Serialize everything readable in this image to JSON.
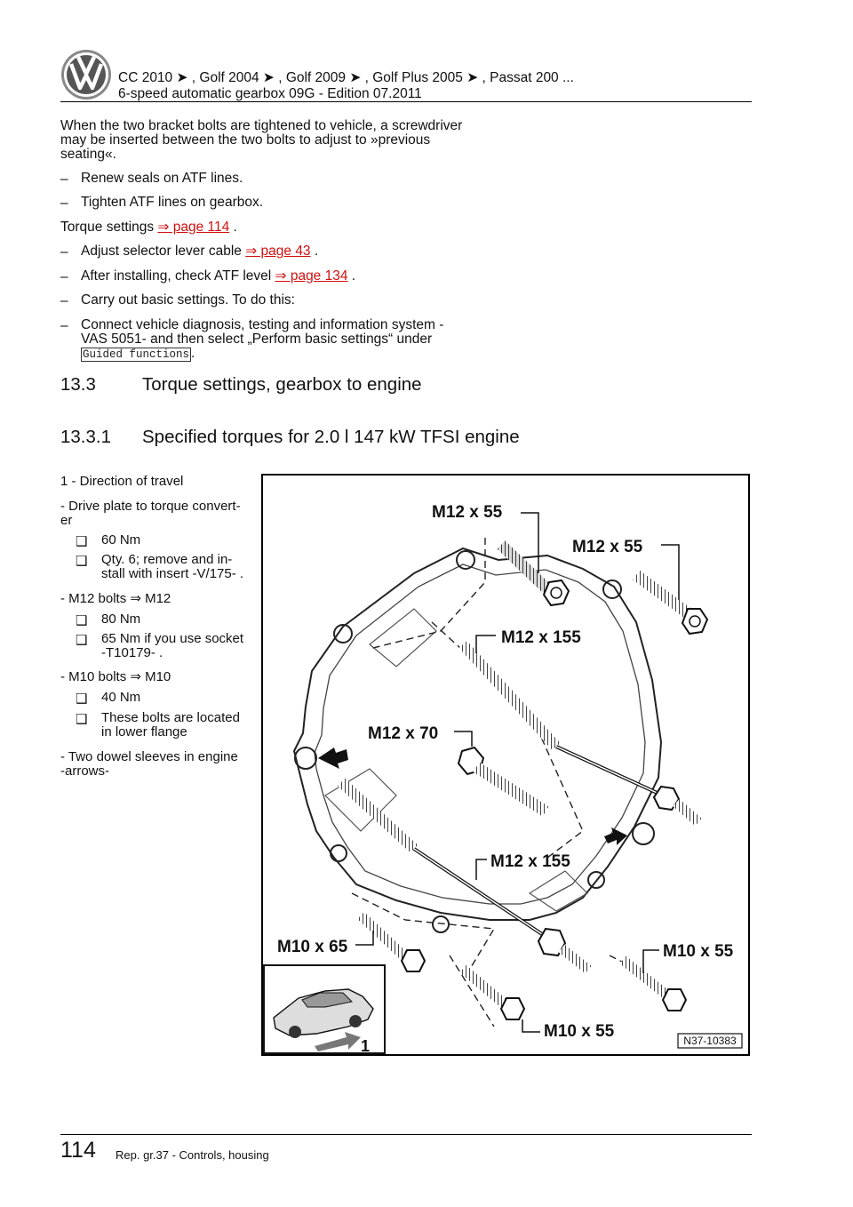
{
  "header": {
    "breadcrumb": "CC 2010 ➤ , Golf 2004 ➤ , Golf 2009 ➤ , Golf Plus 2005 ➤ , Passat 200 ...",
    "subtitle": "6-speed automatic gearbox 09G - Edition 07.2011"
  },
  "body": {
    "intro": "When the two bracket bolts are tightened to vehicle, a screwdriver may be inserted between the two bolts to adjust to »previous seating«.",
    "dash_marker": "–",
    "step1": "Renew seals on ATF lines.",
    "step2": "Tighten ATF lines on gearbox.",
    "torque_label": "Torque settings",
    "torque_link": "⇒ page 114",
    "step3_text": "Adjust selector lever cable",
    "step3_link": "⇒ page 43",
    "step4_text": "After installing, check ATF level",
    "step4_link": "⇒ page 134",
    "step5": "Carry out basic settings. To do this:",
    "step6_line1": "Connect vehicle diagnosis, testing and information system -",
    "step6_line2": "VAS 5051- and then select „Perform basic settings“ under",
    "step6_button": "Guided functions",
    "period": ".",
    "space_period": " ."
  },
  "section": {
    "num": "13.3",
    "title": "Torque settings, gearbox to engine",
    "sub_num": "13.3.1",
    "sub_title": "Specified torques for 2.0 l 147 kW TFSI engine"
  },
  "legend": {
    "item1": "1 - Direction of travel",
    "item2_l1": "- Drive plate to torque convert-",
    "item2_l2": "er",
    "item2_b1": "60 Nm",
    "item2_b2_l1": "Qty. 6; remove and in-",
    "item2_b2_l2": "stall with insert -V/175- .",
    "item3": "- M12 bolts ⇒ M12",
    "item3_b1": "80 Nm",
    "item3_b2_l1": "65 Nm if you use socket",
    "item3_b2_l2": "-T10179- .",
    "item4": "- M10 bolts ⇒ M10",
    "item4_b1": "40 Nm",
    "item4_b2_l1": "These bolts are located",
    "item4_b2_l2": "in lower flange",
    "item5_l1": "- Two dowel sleeves in engine",
    "item5_l2": "-arrows-",
    "bullet": "❑"
  },
  "figure": {
    "labels": {
      "m12x55_a": "M12 x 55",
      "m12x55_b": "M12 x 55",
      "m12x155_a": "M12 x 155",
      "m12x70": "M12 x 70",
      "m12x155_b": "M12 x 155",
      "m10x65": "M10 x 65",
      "m10x55_a": "M10 x 55",
      "m10x55_b": "M10 x 55",
      "inset_number": "1",
      "ref_code": "N37-10383"
    }
  },
  "footer": {
    "page_number": "114",
    "text": "Rep. gr.37 - Controls, housing"
  }
}
